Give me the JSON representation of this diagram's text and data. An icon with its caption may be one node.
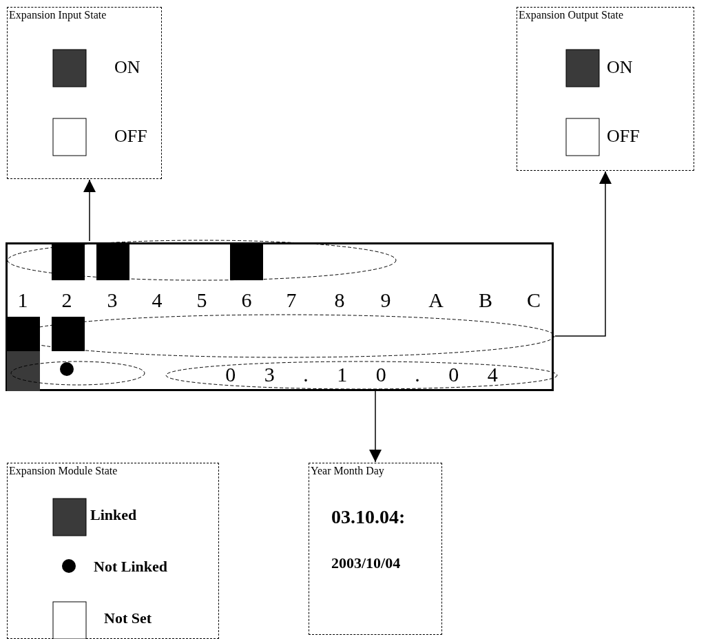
{
  "diagram": {
    "nodes": [
      {
        "text": [
          "Expansion Input State",
          "ON",
          "OFF"
        ]
      },
      {
        "text": [
          "Expansion Output State",
          "ON",
          "OFF"
        ]
      },
      {
        "text": [
          "1",
          "2",
          "3",
          "4",
          "5",
          "6",
          "7",
          "8",
          "9",
          "A",
          "B",
          "C"
        ]
      },
      {
        "text": [],
        "shape": "ellipse",
        "in": 2
      },
      {
        "text": [],
        "shape": "ellipse",
        "in": 2
      },
      {
        "text": [],
        "shape": "ellipse",
        "in": 2
      },
      {
        "text": [
          "0 3 . 1 0 . 0 4"
        ],
        "in": 2
      },
      {
        "text": [
          "Expansion Module State",
          "Linked",
          "Not Linked",
          "Not Set"
        ]
      },
      {
        "text": [
          "Year Month Day",
          "03.10.04:",
          "2003/10/04"
        ]
      }
    ],
    "edges": [
      {
        "from": 3,
        "to": 0,
        "arrow": "to"
      },
      {
        "from": 4,
        "to": 1,
        "arrow": "to"
      },
      {
        "from": 6,
        "to": 8,
        "arrow": "to"
      }
    ]
  }
}
